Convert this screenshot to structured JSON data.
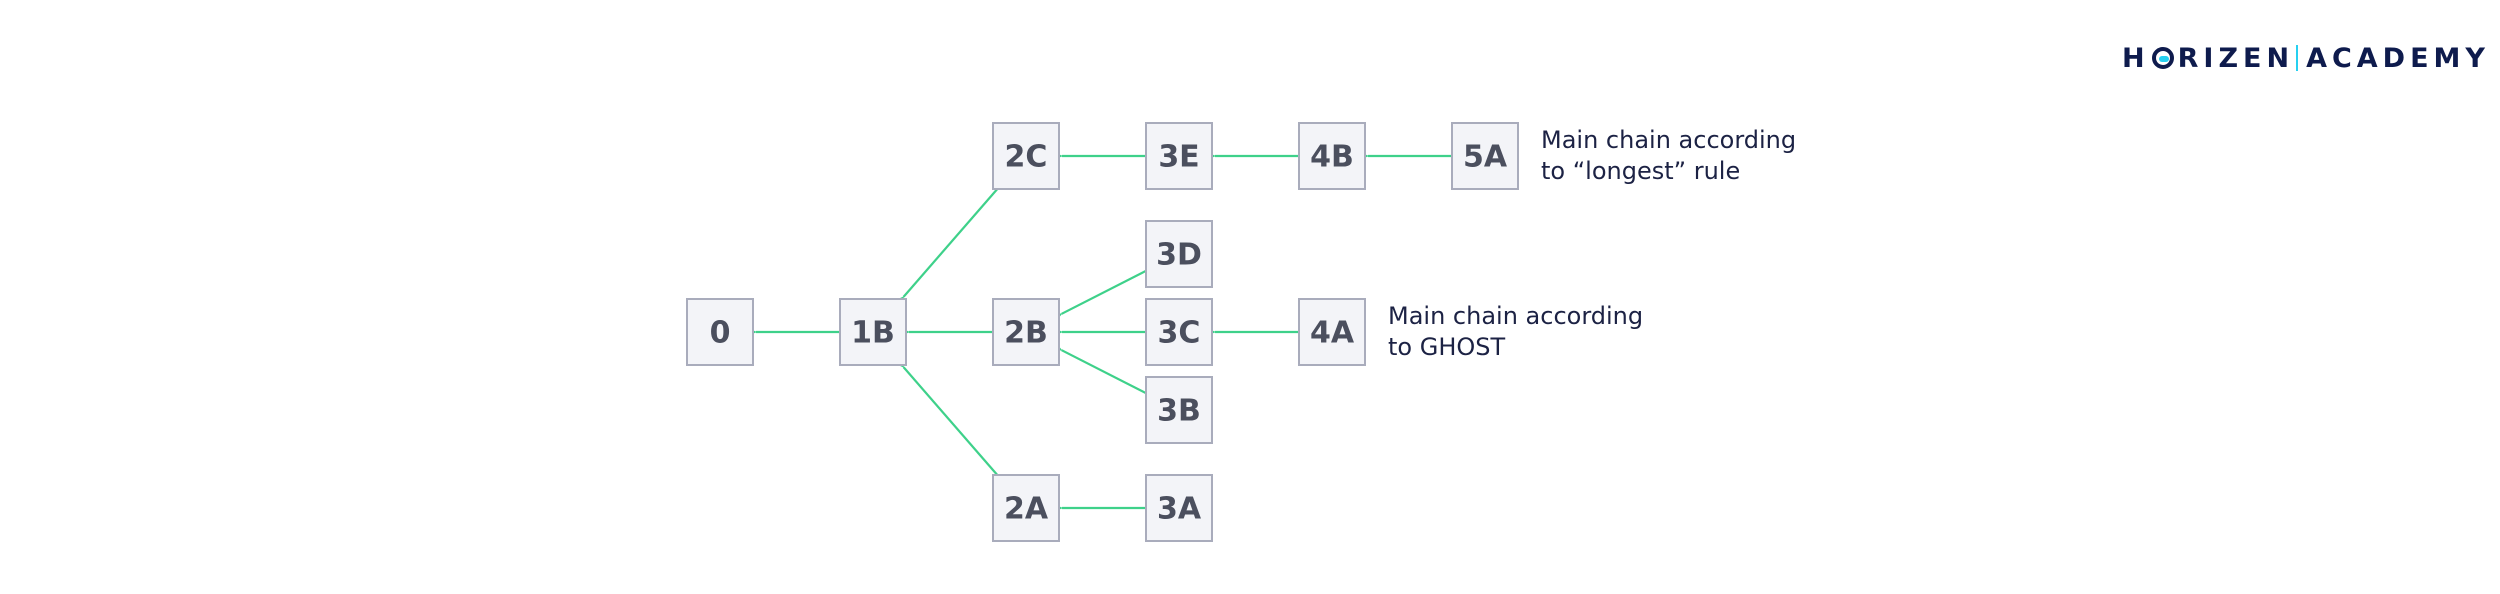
{
  "logo": {
    "letter_h": "H",
    "rest": "RIZEN",
    "academy": "ACADEMY",
    "accent_color": "#26d0f0",
    "brand_color": "#0e1b4d"
  },
  "blocks": [
    "0",
    "1B",
    "2A",
    "2B",
    "2C",
    "3A",
    "3B",
    "3C",
    "3D",
    "3E",
    "4A",
    "4B",
    "5A"
  ],
  "edges": [
    [
      "1B",
      "0"
    ],
    [
      "2C",
      "1B"
    ],
    [
      "2B",
      "1B"
    ],
    [
      "2A",
      "1B"
    ],
    [
      "3E",
      "2C"
    ],
    [
      "4B",
      "3E"
    ],
    [
      "5A",
      "4B"
    ],
    [
      "3D",
      "2B"
    ],
    [
      "3C",
      "2B"
    ],
    [
      "3B",
      "2B"
    ],
    [
      "4A",
      "3C"
    ],
    [
      "3A",
      "2A"
    ]
  ],
  "annotations": {
    "longest": {
      "line1": "Main chain according",
      "line2": "to “longest” rule"
    },
    "ghost": {
      "line1": "Main chain according",
      "line2": "to GHOST"
    }
  },
  "colors": {
    "arrow": "#3ed18a",
    "block_fill": "#f3f4f8",
    "block_stroke": "#a9acbc",
    "label": "#4b4f5e"
  }
}
